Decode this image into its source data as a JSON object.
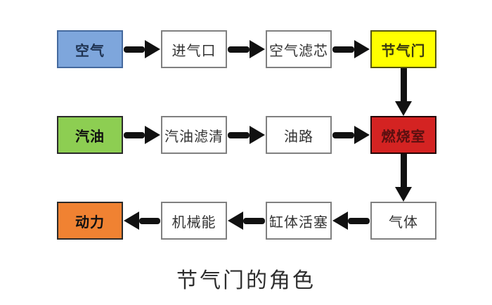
{
  "title": "节气门的角色",
  "flowchart": {
    "arrow_color": "#111111",
    "rows": [
      {
        "direction": "right",
        "nodes": [
          {
            "label": "空气",
            "fill": "#7EA6DC",
            "border": "#44699E",
            "text_color": "#1F3352"
          },
          {
            "label": "进气口",
            "fill": "#FFFFFF",
            "border": "#808080",
            "text_color": "#333333"
          },
          {
            "label": "空气滤芯",
            "fill": "#FFFFFF",
            "border": "#808080",
            "text_color": "#333333"
          },
          {
            "label": "节气门",
            "fill": "#FFFF00",
            "border": "#55550A",
            "text_color": "#3A3A10"
          }
        ]
      },
      {
        "direction": "right",
        "nodes": [
          {
            "label": "汽油",
            "fill": "#8DCE52",
            "border": "#2A2A2A",
            "text_color": "#111111"
          },
          {
            "label": "汽油滤清",
            "fill": "#FFFFFF",
            "border": "#808080",
            "text_color": "#333333"
          },
          {
            "label": "油路",
            "fill": "#FFFFFF",
            "border": "#808080",
            "text_color": "#333333"
          },
          {
            "label": "燃烧室",
            "fill": "#D42322",
            "border": "#230303",
            "text_color": "#5A1010"
          }
        ]
      },
      {
        "direction": "left",
        "nodes": [
          {
            "label": "动力",
            "fill": "#F08232",
            "border": "#2A2A2A",
            "text_color": "#111111"
          },
          {
            "label": "机械能",
            "fill": "#FFFFFF",
            "border": "#808080",
            "text_color": "#333333"
          },
          {
            "label": "缸体活塞",
            "fill": "#FFFFFF",
            "border": "#808080",
            "text_color": "#333333"
          },
          {
            "label": "气体",
            "fill": "#FFFFFF",
            "border": "#808080",
            "text_color": "#333333"
          }
        ]
      }
    ],
    "vertical_edges": [
      {
        "from": "节气门",
        "to": "燃烧室"
      },
      {
        "from": "燃烧室",
        "to": "气体"
      }
    ]
  }
}
